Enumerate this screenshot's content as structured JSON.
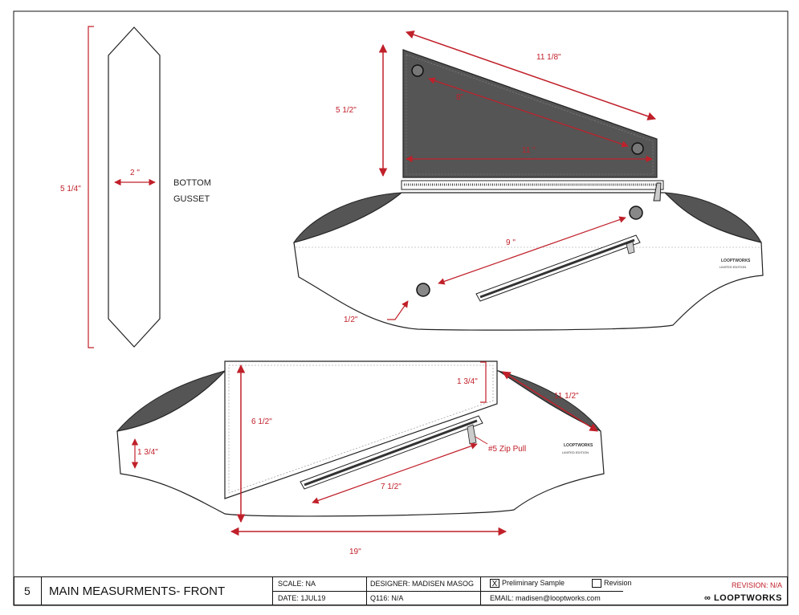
{
  "gusset": {
    "label_line1": "BOTTOM",
    "label_line2": "GUSSET",
    "height": "5 1/4\"",
    "width": "2 \""
  },
  "front_view": {
    "flap_width": "11 1/8\"",
    "flap_height": "5 1/2\"",
    "flap_diagonal": "8\"",
    "flap_base": "11 \"",
    "snap_spacing": "9 \"",
    "snap_offset": "1/2\""
  },
  "open_view": {
    "panel_height": "6 1/2\"",
    "corner_height": "1 3/4\"",
    "side_height": "1 3/4\"",
    "strap_length": "11 1/2\"",
    "zip_length": "7 1/2\"",
    "zip_pull": "#5 Zip Pull",
    "total_width": "19\""
  },
  "logo_tag": {
    "line1": "LOOPTWORKS",
    "line2": "LIMITED EDITION"
  },
  "colors": {
    "dimension": "#c0202a",
    "fill_dark": "#555555",
    "outline": "#222222"
  },
  "title_block": {
    "page_number": "5",
    "title": "MAIN MEASURMENTS- FRONT",
    "scale": "SCALE: NA",
    "date": "DATE: 1JUL19",
    "designer": "DESIGNER: MADISEN MASOG",
    "season": "Q116: N/A",
    "preliminary_mark": "X",
    "preliminary": "Preliminary Sample",
    "revision_option": "Revision",
    "email": "EMAIL:  madisen@looptworks.com",
    "revision": "REVISION:  N/A",
    "brand": "LOOPTWORKS"
  }
}
